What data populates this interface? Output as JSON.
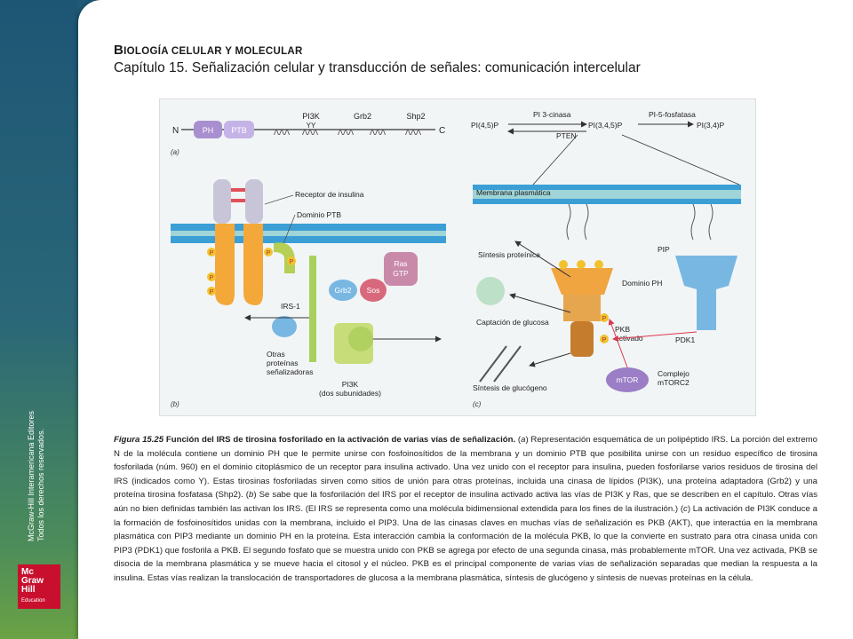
{
  "sidebar": {
    "credit_line1": "McGraw-Hill Interamericana Editores",
    "credit_line2": "Todos los derechos reservados.",
    "logo_line1": "Mc",
    "logo_line2": "Graw",
    "logo_line3": "Hill",
    "logo_line4": "Education"
  },
  "header": {
    "book_title_cap1": "B",
    "book_title_rest1": "iología celular y ",
    "book_title_rest2": "molecular",
    "chapter": "Capítulo 15. Señalización celular y transducción de señales: comunicación intercelular"
  },
  "figure": {
    "panel_a": {
      "n_label": "N",
      "c_label": "C",
      "ph": "PH",
      "ptb": "PTB",
      "pi3k": "PI3K",
      "grb2": "Grb2",
      "shp2": "Shp2",
      "zig": "ΛΛΛ",
      "yy": "YY",
      "tag": "(a)"
    },
    "panel_b": {
      "receptor": "Receptor de insulina",
      "ptb_domain": "Dominio PTB",
      "irs1": "IRS-1",
      "grb2": "Grb2",
      "sos": "Sos",
      "ras": "Ras",
      "gtp": "GTP",
      "other1": "Otras",
      "other2": "proteínas",
      "other3": "señalizadoras",
      "pi3k": "PI3K",
      "pi3k_sub": "(dos subunidades)",
      "p": "P",
      "tag": "(b)"
    },
    "panel_c": {
      "pi45": "PI(4,5)P",
      "pi345": "PI(3,4,5)P",
      "pi34": "PI(3,4)P",
      "pi3kinase": "PI 3-cinasa",
      "pi5phos": "PI-5-fosfatasa",
      "pten": "PTEN",
      "membrane": "Membrana plasmática",
      "pip3": "PIP",
      "protein_synth": "Síntesis proteínica",
      "glucose_uptake": "Captación de glucosa",
      "glycogen_synth": "Síntesis de glucógeno",
      "ph_domain": "Dominio PH",
      "pkb1": "PKB",
      "pkb2": "activado",
      "pdk1": "PDK1",
      "mtor": "mTOR",
      "complex1": "Complejo",
      "complex2": "mTORC2",
      "p": "P",
      "tag": "(c)"
    }
  },
  "caption": {
    "fig_label": "Figura 15.25",
    "fig_title": " Función del IRS de tirosina fosforilado en la activación de varias vías de señalización.",
    "a_open": " (",
    "a_letter": "a",
    "body1": ") Representación esquemática de un polipéptido IRS. La porción del extremo N de la molécula contiene un dominio PH que le permite unirse con fosfoinosítidos de la membrana y un dominio PTB que posibilita unirse con un residuo específico de tirosina fosforilada (núm. 960) en el dominio citoplásmico de un receptor para insulina activado.  Una vez unido con el receptor para insulina, pueden fosforilarse varios residuos de tirosina del IRS (indicados como Y). Estas tirosinas fosforiladas sirven como sitios de unión para otras proteínas, incluida una cinasa de lípidos (PI3K), una proteína adaptadora (Grb2) y una proteína tirosina fosfatasa (Shp2). (",
    "b_letter": "b",
    "body2": ") Se sabe que la fosforilación del IRS por el receptor de insulina activado activa las vías de PI3K y Ras, que se describen en el capítulo. Otras vías aún no bien definidas también las activan los IRS. (El IRS se representa como una molécula bidimensional extendida para los fines de la ilustración.) (",
    "c_letter": "c",
    "body3": ") La activación de PI3K conduce a la formación de fosfoinosítidos unidas con la membrana, incluido el PIP3. Una de las cinasas claves en muchas vías de señalización es PKB (AKT), que interactúa en la membrana plasmática con PIP3 mediante un dominio PH en la proteína. Esta interacción cambia la conformación de la molécula PKB, lo que la convierte en sustrato para otra cinasa unida con PIP3 (PDK1) que fosforila a PKB. El segundo fosfato que se muestra unido con PKB se agrega por efecto de una segunda cinasa, más probablemente mTOR. Una vez activada,  PKB se disocia de la membrana plasmática y se mueve hacia el citosol y el núcleo. PKB es el principal componente de varias vías de señalización separadas que median la respuesta a la insulina. Estas vías realizan la translocación de transportadores de glucosa a la membrana plasmática,  síntesis de glucógeno y síntesis de nuevas proteínas en la célula."
  },
  "colors": {
    "membrane_blue": "#3b9fd6",
    "membrane_teal": "#9fd4d8",
    "receptor_orange": "#f4a83a",
    "ph_purple": "#a88fd0",
    "phospho_yellow": "#f2c22e",
    "pkb_brown": "#d98c32",
    "pdk1_blue": "#79b7e3",
    "irs_green": "#a9d05c"
  }
}
